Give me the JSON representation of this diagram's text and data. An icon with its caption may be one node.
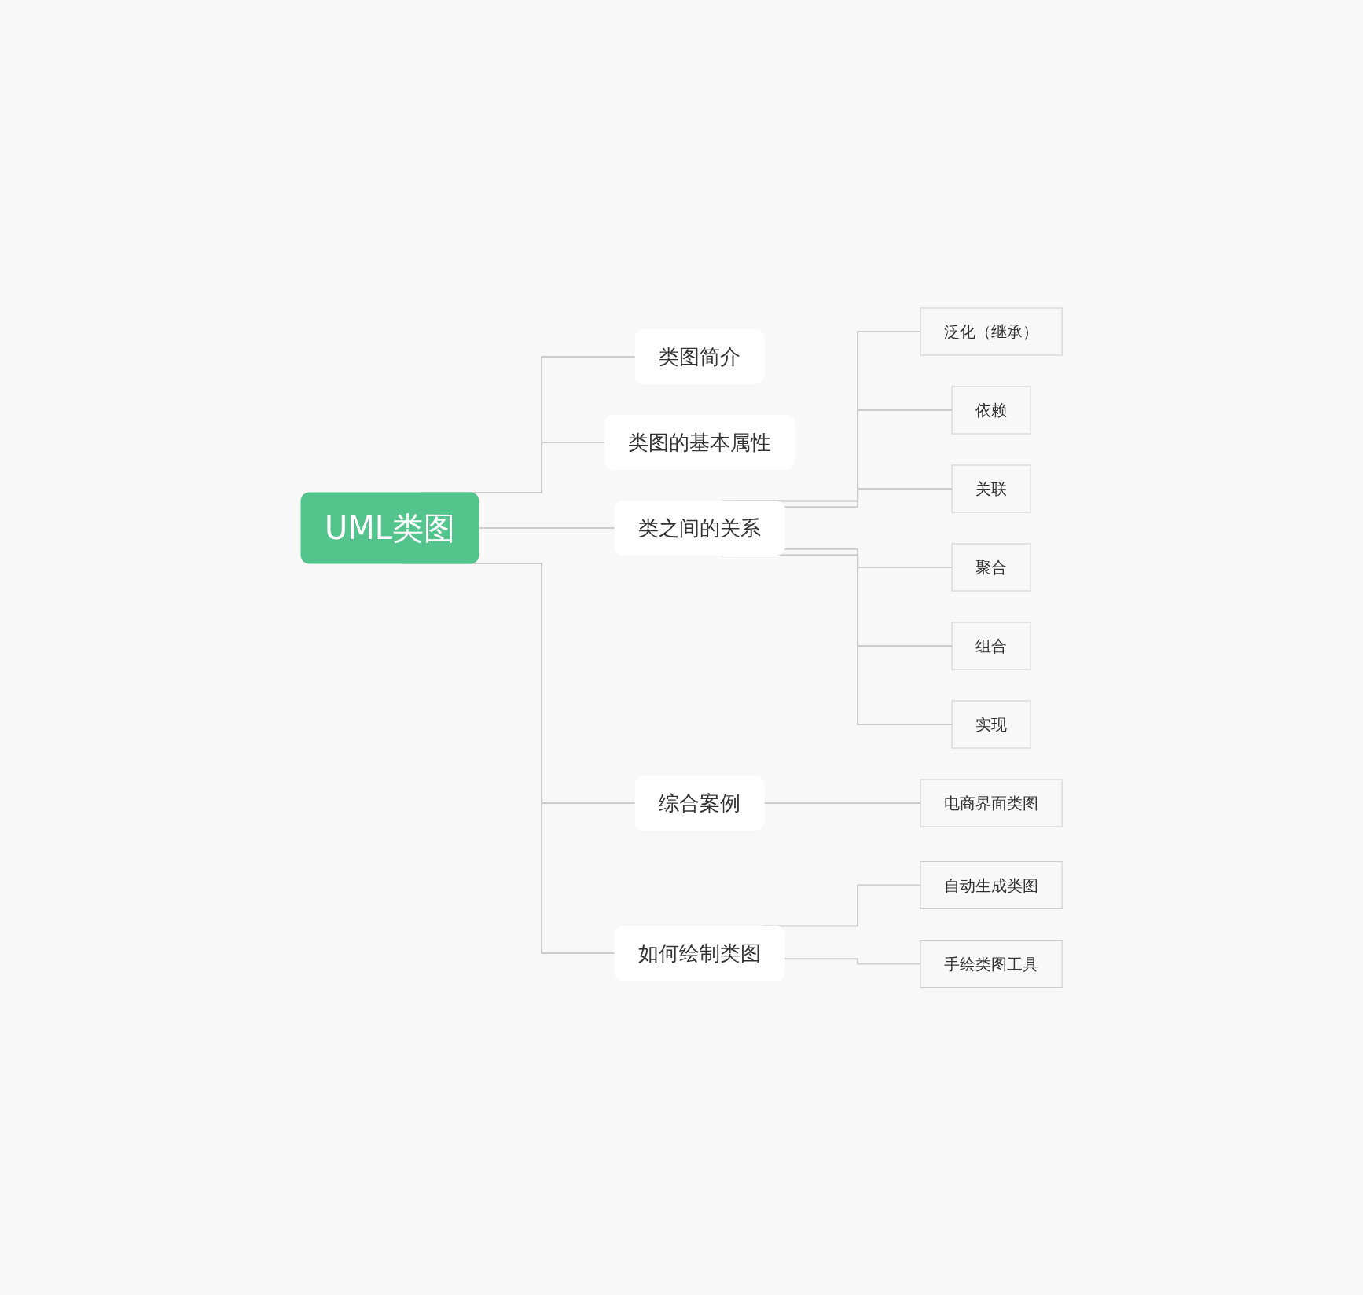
{
  "diagram": {
    "nodes": [
      {
        "text": [
          "UML类图"
        ]
      },
      {
        "text": [
          "类图简介"
        ]
      },
      {
        "text": [
          "类图的基本属性"
        ]
      },
      {
        "text": [
          "类之间的关系"
        ]
      },
      {
        "text": [
          "泛化（继承）"
        ]
      },
      {
        "text": [
          "依赖"
        ]
      },
      {
        "text": [
          "关联"
        ]
      },
      {
        "text": [
          "聚合"
        ]
      },
      {
        "text": [
          "组合"
        ]
      },
      {
        "text": [
          "实现"
        ]
      },
      {
        "text": [
          "综合案例"
        ]
      },
      {
        "text": [
          "电商界面类图"
        ]
      },
      {
        "text": [
          "如何绘制类图"
        ]
      },
      {
        "text": [
          "自动生成类图"
        ]
      },
      {
        "text": [
          "手绘类图工具"
        ]
      }
    ],
    "edges": [
      {
        "from": 0,
        "to": 1,
        "arrow": "none"
      },
      {
        "from": 0,
        "to": 2,
        "arrow": "none"
      },
      {
        "from": 0,
        "to": 3,
        "arrow": "none"
      },
      {
        "from": 3,
        "to": 4,
        "arrow": "none"
      },
      {
        "from": 3,
        "to": 5,
        "arrow": "none"
      },
      {
        "from": 3,
        "to": 6,
        "arrow": "none"
      },
      {
        "from": 3,
        "to": 7,
        "arrow": "none"
      },
      {
        "from": 3,
        "to": 8,
        "arrow": "none"
      },
      {
        "from": 3,
        "to": 9,
        "arrow": "none"
      },
      {
        "from": 0,
        "to": 10,
        "arrow": "none"
      },
      {
        "from": 10,
        "to": 11,
        "arrow": "none"
      },
      {
        "from": 0,
        "to": 12,
        "arrow": "none"
      },
      {
        "from": 12,
        "to": 13,
        "arrow": "none"
      },
      {
        "from": 12,
        "to": 14,
        "arrow": "none"
      }
    ]
  }
}
